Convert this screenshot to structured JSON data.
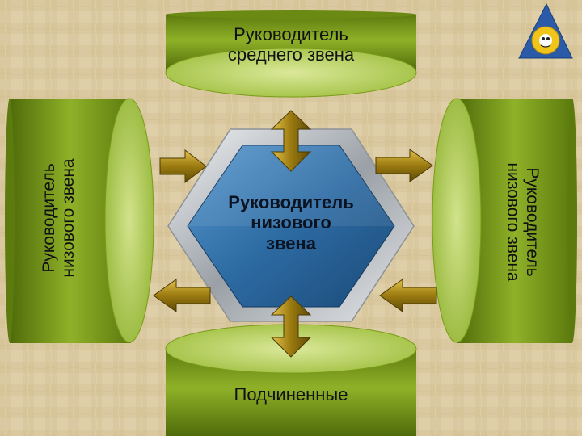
{
  "diagram": {
    "top_label": [
      "Руководитель",
      "среднего звена"
    ],
    "center_label": [
      "Руководитель",
      "низового",
      "звена"
    ],
    "bottom_label": [
      "Подчиненные"
    ],
    "left_label": [
      "Руководитель",
      "низового звена"
    ],
    "right_label": [
      "Руководитель",
      "низового звена"
    ]
  },
  "colors": {
    "cylinder_side": "#7a9c18",
    "cylinder_top": "#b2cc55",
    "hexagon_fill": "#245f93",
    "hexagon_frame": "#c4c8cc",
    "arrow": "#8c6e0c",
    "background": "#d9c9a0"
  },
  "icons": [
    "logo-emblem-icon"
  ]
}
